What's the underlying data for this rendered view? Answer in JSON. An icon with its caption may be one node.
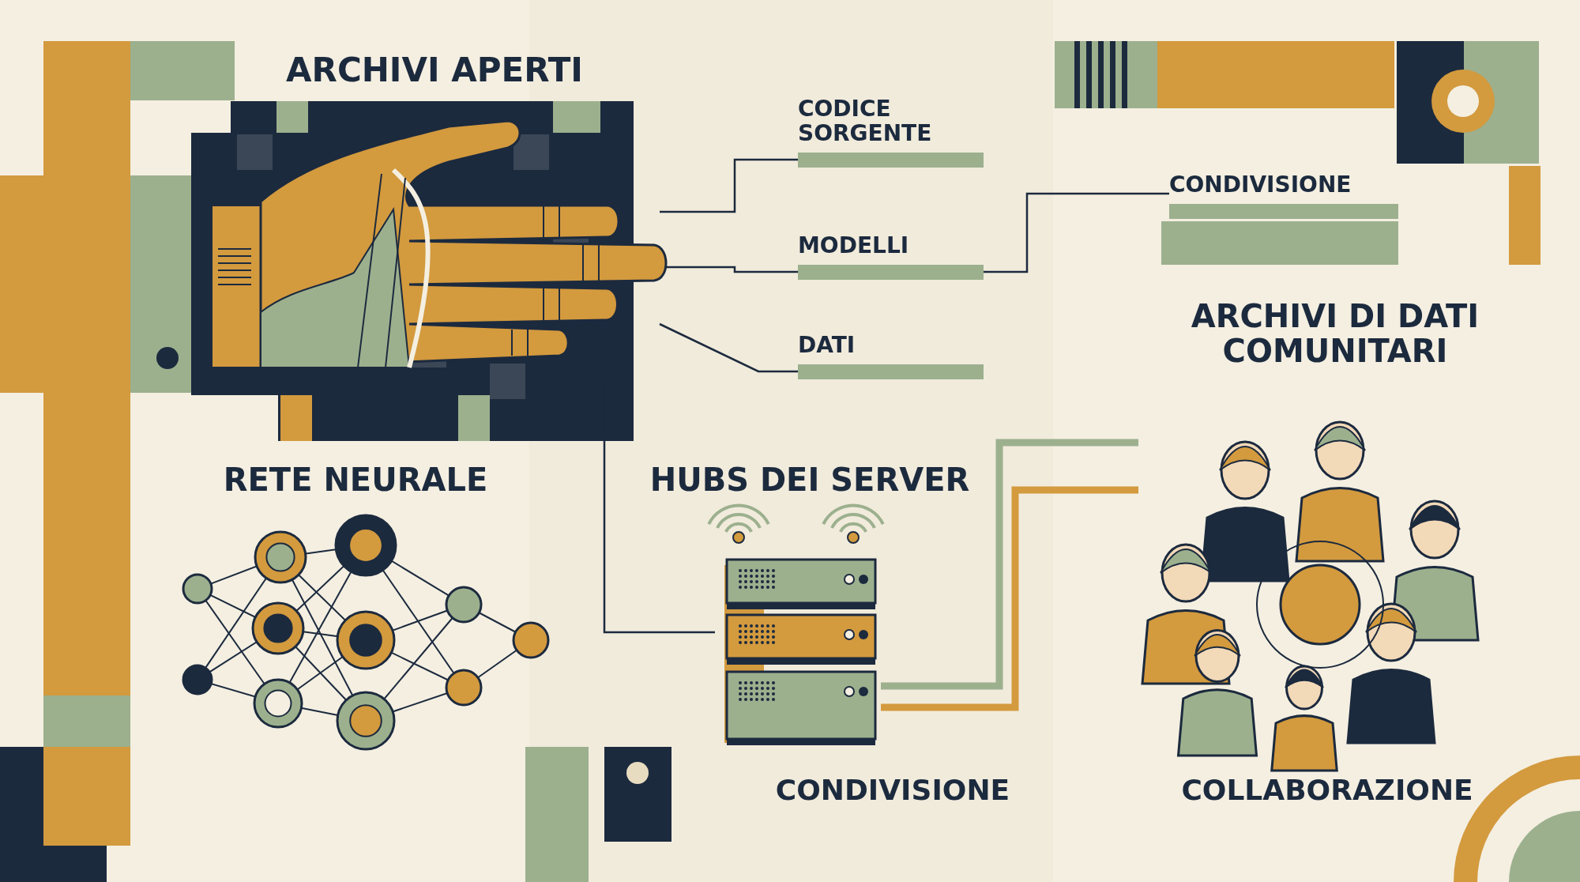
{
  "diagram": {
    "nodes": [
      {
        "text": [],
        "shape": "picture",
        "beside": [
          "ARCHIVI APERTI"
        ]
      },
      {
        "text": [
          "CODICE SORGENTE"
        ]
      },
      {
        "text": [
          "MODELLI"
        ]
      },
      {
        "text": [
          "DATI"
        ]
      },
      {
        "text": [],
        "shape": "picture",
        "beside": [
          "HUBS DEI SERVER"
        ]
      },
      {
        "text": [],
        "shape": "picture",
        "beside": [
          "COLLABORAZIONE"
        ]
      },
      {
        "text": [
          "CONDIVISIONE"
        ]
      }
    ],
    "edges": [
      {
        "from": 0,
        "to": 1,
        "arrow": "none"
      },
      {
        "from": 0,
        "to": 2,
        "arrow": "none"
      },
      {
        "from": 0,
        "to": 3,
        "arrow": "none"
      },
      {
        "from": 0,
        "to": 4,
        "arrow": "none"
      },
      {
        "from": 4,
        "to": 5,
        "arrow": "none",
        "style": "thick",
        "color": "#9cb08e"
      },
      {
        "from": 4,
        "to": 5,
        "arrow": "none",
        "style": "thick",
        "color": "#d39a3e"
      },
      {
        "from": 2,
        "to": 6,
        "arrow": "none"
      }
    ],
    "labels": [
      "ARCHIVI DI DATI COMUNITARI",
      "RETE NEURALE",
      "CONDIVISIONE"
    ]
  }
}
